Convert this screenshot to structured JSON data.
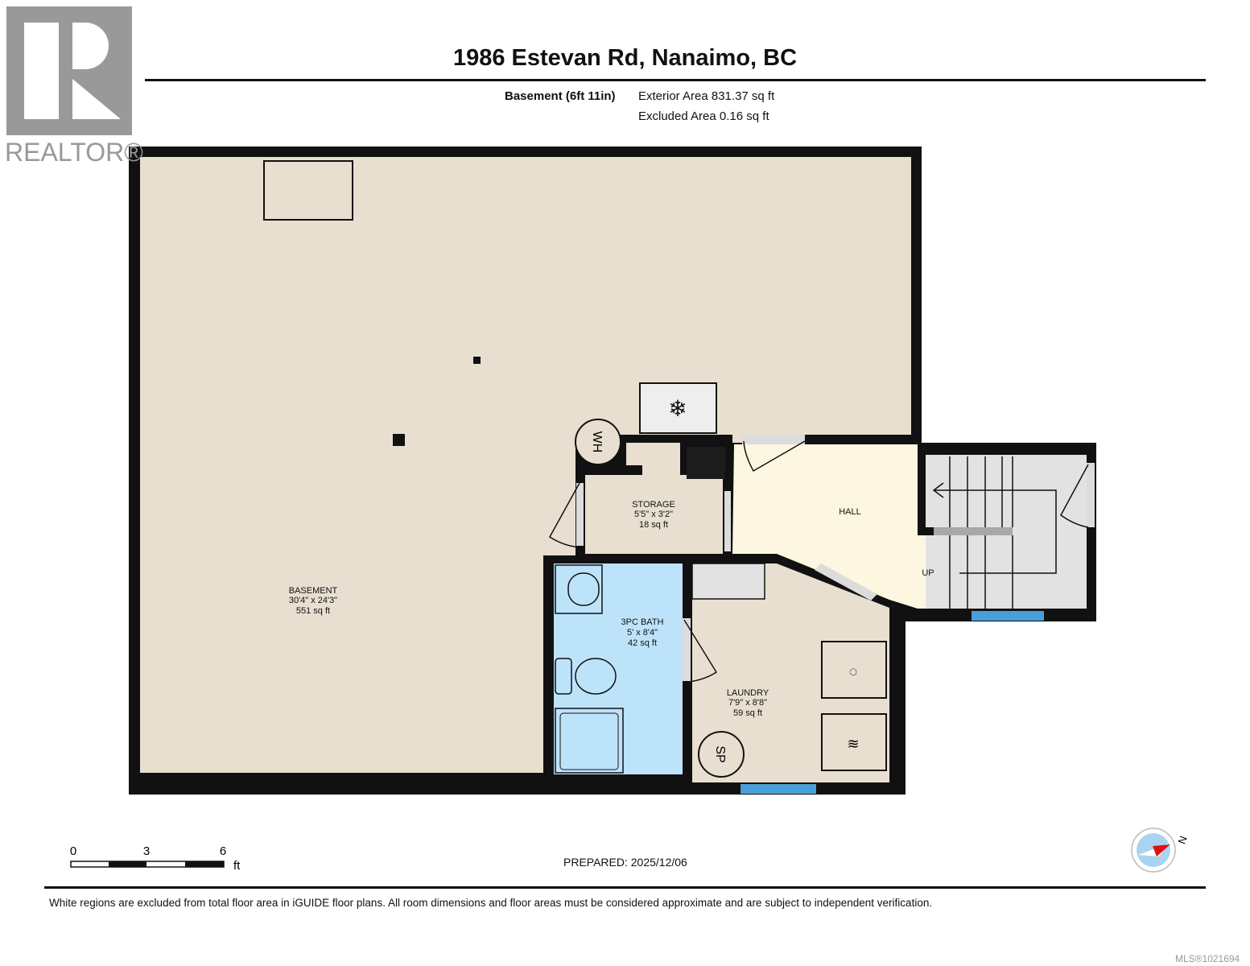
{
  "title": "1986 Estevan Rd, Nanaimo, BC",
  "level": {
    "name": "Basement (6ft 11in)",
    "exterior_area": "Exterior Area 831.37 sq ft",
    "excluded_area": "Excluded Area 0.16 sq ft"
  },
  "logo": {
    "text": "REALTOR®"
  },
  "rooms": {
    "basement": {
      "name": "BASEMENT",
      "dims": "30'4\" x 24'3\"",
      "area": "551 sq ft"
    },
    "storage": {
      "name": "STORAGE",
      "dims": "5'5\" x 3'2\"",
      "area": "18 sq ft"
    },
    "hall": {
      "name": "HALL"
    },
    "bath": {
      "name": "3PC BATH",
      "dims": "5' x 8'4\"",
      "area": "42 sq ft"
    },
    "laundry": {
      "name": "LAUNDRY",
      "dims": "7'9\" x 8'8\"",
      "area": "59 sq ft"
    }
  },
  "fixtures": {
    "water_heater": "WH",
    "sump_pump": "SP",
    "stairs": "UP"
  },
  "scale": {
    "ticks": [
      "0",
      "3",
      "6"
    ],
    "unit": "ft"
  },
  "compass": {
    "label": "N"
  },
  "prepared": "PREPARED: 2025/12/06",
  "disclaimer": "White regions are excluded from total floor area in iGUIDE floor plans. All room dimensions and floor areas must be considered approximate and are subject to independent verification.",
  "mls": "MLS®1021694",
  "colors": {
    "basement": "#e8dfd1",
    "hall": "#fdf7e1",
    "bath": "#bde3fb",
    "stairs": "#e2e2e2",
    "window": "#4a9fd8",
    "wall": "#111111"
  }
}
